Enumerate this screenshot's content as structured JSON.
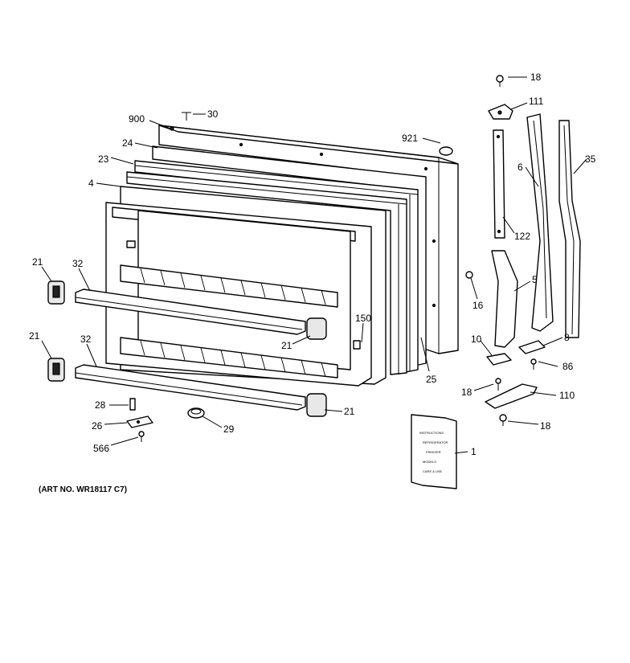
{
  "diagram": {
    "caption": "(ART NO. WR18117 C7)",
    "callouts": [
      "18",
      "111",
      "30",
      "900",
      "921",
      "24",
      "23",
      "6",
      "35",
      "4",
      "122",
      "21",
      "32",
      "16",
      "5",
      "150",
      "21",
      "10",
      "8",
      "21",
      "32",
      "86",
      "25",
      "18",
      "110",
      "28",
      "21",
      "26",
      "29",
      "18",
      "566",
      "1"
    ],
    "manual_text": [
      "INSTRUCTIONS",
      "REFRIGERATOR",
      "FREEZER",
      "MODELS",
      "CARE & USE"
    ]
  }
}
